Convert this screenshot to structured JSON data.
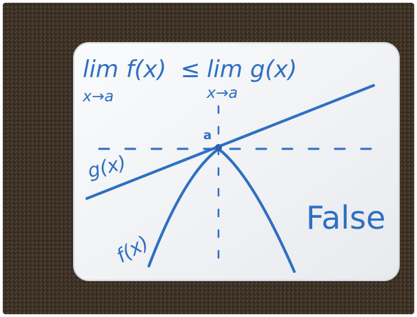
{
  "scene": {
    "carpet_color": "#3a2f24",
    "board_color": "#f5f6f8",
    "ink_color": "#2f6fc2"
  },
  "board": {
    "inequality_left": "lim f(x)",
    "inequality_sign": "≤",
    "inequality_right": "lim g(x)",
    "left_subscript": "x→a",
    "right_subscript": "x→a",
    "point_label": "a",
    "line_label": "g(x)",
    "curve_label": "f(x)",
    "verdict": "False"
  }
}
